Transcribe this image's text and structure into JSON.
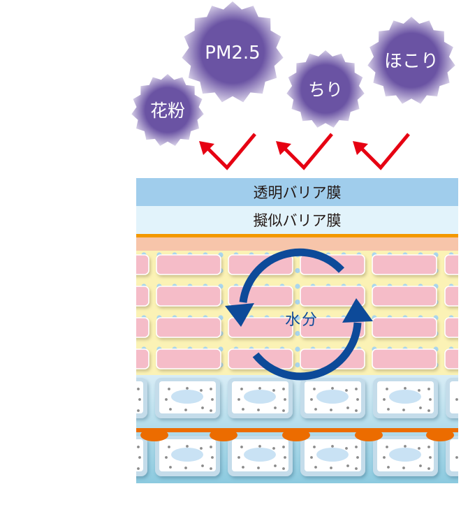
{
  "diagram": {
    "title": "",
    "particles": [
      {
        "id": "pollen",
        "label": "花粉"
      },
      {
        "id": "pm25",
        "label": "PM2.5"
      },
      {
        "id": "dirt",
        "label": "ちり"
      },
      {
        "id": "dust",
        "label": "ほこり"
      }
    ],
    "deflection_arrows": {
      "count": 3,
      "meaning": "particles bounce off barrier"
    },
    "layers": [
      {
        "id": "transparent-barrier",
        "label": "透明バリア膜"
      },
      {
        "id": "pseudo-barrier",
        "label": "擬似バリア膜"
      },
      {
        "id": "stratum-corneum",
        "label": ""
      },
      {
        "id": "living-cells",
        "label": ""
      }
    ],
    "cycle": {
      "label": "水分"
    },
    "colors": {
      "particle": "#6a53a3",
      "particle_edge": "#c9bfdf",
      "arrow": "#e60012",
      "transparent_barrier": "#a0cdec",
      "pseudo_barrier": "#e2f3fb",
      "orange_line": "#f39800",
      "peach": "#f7c5aa",
      "lipid": "#fbf2b5",
      "lipid_dot": "#a9d6ee",
      "corneocyte": "#f5bcc8",
      "cycle_arrow": "#0d4a99",
      "cell_border": "#c4dcea",
      "cell_fill": "#ffffff",
      "nucleus": "#c9e2f4",
      "granule": "#8a8a8a",
      "basal_line": "#ec6c00",
      "dermis_top": "#d5ebf5",
      "dermis_bottom": "#8ecadf"
    }
  }
}
